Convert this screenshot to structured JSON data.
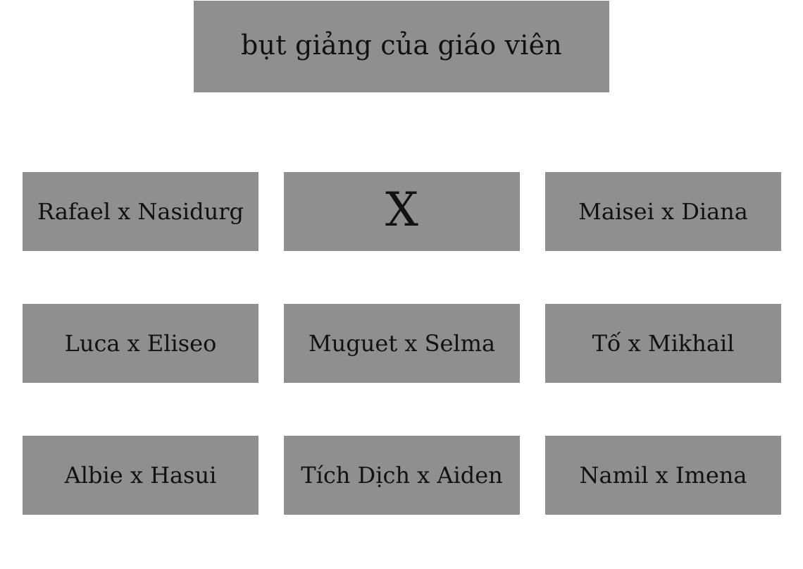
{
  "header": {
    "title": "bụt giảng của giáo viên"
  },
  "grid": {
    "tiles": [
      {
        "label": "Rafael x Nasidurg"
      },
      {
        "label": "X"
      },
      {
        "label": "Maisei x Diana"
      },
      {
        "label": "Luca x Eliseo"
      },
      {
        "label": "Muguet x Selma"
      },
      {
        "label": "Tố x Mikhail"
      },
      {
        "label": "Albie x Hasui"
      },
      {
        "label": "Tích Dịch x Aiden"
      },
      {
        "label": "Namil x Imena"
      }
    ]
  },
  "colors": {
    "tile_background": "#8f8f8f",
    "page_background": "#ffffff",
    "text": "#111111"
  }
}
